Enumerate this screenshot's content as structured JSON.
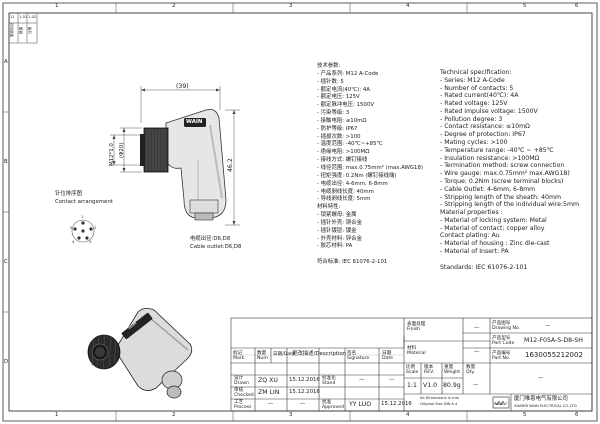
{
  "zones": {
    "top": [
      "1",
      "2",
      "3",
      "4",
      "5",
      "6"
    ],
    "bottom": [
      "1",
      "2",
      "3",
      "4",
      "5",
      "6"
    ],
    "left": [
      "A",
      "B",
      "C",
      "D"
    ]
  },
  "corner_stamp": {
    "labels": [
      "更改标记",
      "数量",
      "日期"
    ],
    "tags": [
      "11",
      "1-01",
      "1-02"
    ]
  },
  "dimensions": {
    "width_mm": "(39)",
    "height_mm": "46.2",
    "dia": "(Φ20)",
    "thread": "M12*1.0"
  },
  "contact": {
    "title_cn": "针位排序图",
    "title_en": "Contact arrangement",
    "pin_numbers": [
      "1",
      "2",
      "3",
      "4",
      "5"
    ]
  },
  "cable_outlet": {
    "cn": "电缆出径:D6,D8",
    "en": "Cable outlet:D6,D8"
  },
  "cn_specs": [
    "技术参数:",
    "- 产品系列: M12 A-Code",
    "- 插针数: 5",
    "- 额定电流(40℃): 4A",
    "- 额定电压: 125V",
    "- 额定脉冲电压: 1500V",
    "- 污染等级: 3",
    "- 接触电阻: ≤10mΩ",
    "- 防护等级: IP67",
    "- 插拔次数: >100",
    "- 温度范围: -40℃~+85℃",
    "- 绝缘电阻: >100MΩ",
    "- 接线方式: 螺钉接线",
    "- 线径范围: max.0.75mm² (max.AWG18)",
    "- 扭矩强度: 0.2Nm (螺钉接线端)",
    "- 电缆出径: 4-6mm, 6-8mm",
    "- 电缆剥线长度: 40mm",
    "- 导线剥线长度: 5mm",
    "材料特性:",
    "- 锁紧螺母: 金属",
    "- 插针外壳: 铜合金",
    "- 插针镀层: 镀金",
    "- 外壳材料: 锌合金",
    "- 胶芯材料: PA",
    "",
    "符合标准: IEC 61076-2-101"
  ],
  "en_specs": [
    "Technical specification:",
    "- Series: M12 A-Code",
    "- Number of contacts: 5",
    "- Rated current(40℃): 4A",
    "- Rated voltage: 125V",
    "- Rated impulse voltage: 1500V",
    "- Pollution degree: 3",
    "- Contact resistance: ≤10mΩ",
    "- Degree of protection: IP67",
    "- Mating cycles: >100",
    "- Temperature range: -40℃ ~ +85℃",
    "- Insulation resistance: >100MΩ",
    "- Termination method: screw connection",
    "- Wire gauge: max.0.75mm² max.AWG18)",
    "- Torque: 0.2Nm (screw terminal blocks)",
    "- Cable Outlet: 4-6mm, 6-8mm",
    "- Stripping length of the sheath: 40mm",
    "- Stripping length of the individual wire:5mm",
    "Material properties :",
    "- Material of locking system: Metal",
    "- Material of contact: copper alloy",
    "  Contact plating: Au",
    "- Material of housing : Zinc die-cast",
    "- Material of Insert: PA",
    "",
    "Standards: IEC 61076-2-101"
  ],
  "title_block": {
    "header": {
      "mark": "标记\nMark",
      "qty": "数量\nNum",
      "date": "日期/Date",
      "description": "更改描述/Description",
      "signature": "签名\nSignature",
      "date2": "日期\nDate"
    },
    "drawn_label": "设计\nDrawn",
    "checked_label": "审核\nChecked",
    "process_label": "工艺\nProcess",
    "drawn_by": "ZQ XU",
    "checked_by": "ZM LIN",
    "date_drawn": "15.12.2016",
    "date_checked": "15.12.2016",
    "stand_label": "标准化\nStand",
    "approved_label": "批准\nApproved",
    "approved_by": "YY LUO",
    "date_approved": "15.12.2016",
    "dash": "—",
    "finish_label": "表面处理\nFinish",
    "material_label": "材料\nMaterial",
    "drawing_no_label": "产品图号\nDrawing No.",
    "part_code_label": "产品型号\nPart Code",
    "part_no_label": "产品编号\nPart No.",
    "part_code": "M12-F05A-S-D8-SH",
    "part_no": "1630055212002",
    "scale_label": "比例\nScale",
    "rev_label": "版本\nREV.",
    "weight_label": "重量\nWeight",
    "qty_label": "数量\nQty.",
    "scale": "1:1",
    "rev": "V1.0",
    "weight": "80.9g",
    "tolerance_1": "All Dimensions in mm",
    "tolerance_2": "Original Size DIN A 4",
    "company_cn": "厦门唯恩电气有限公司",
    "company_en": "XIAMEN WAIN ELECTRICAL CO.,LTD",
    "logo_text": "WAIN",
    "brand_mark": "WAIN"
  }
}
